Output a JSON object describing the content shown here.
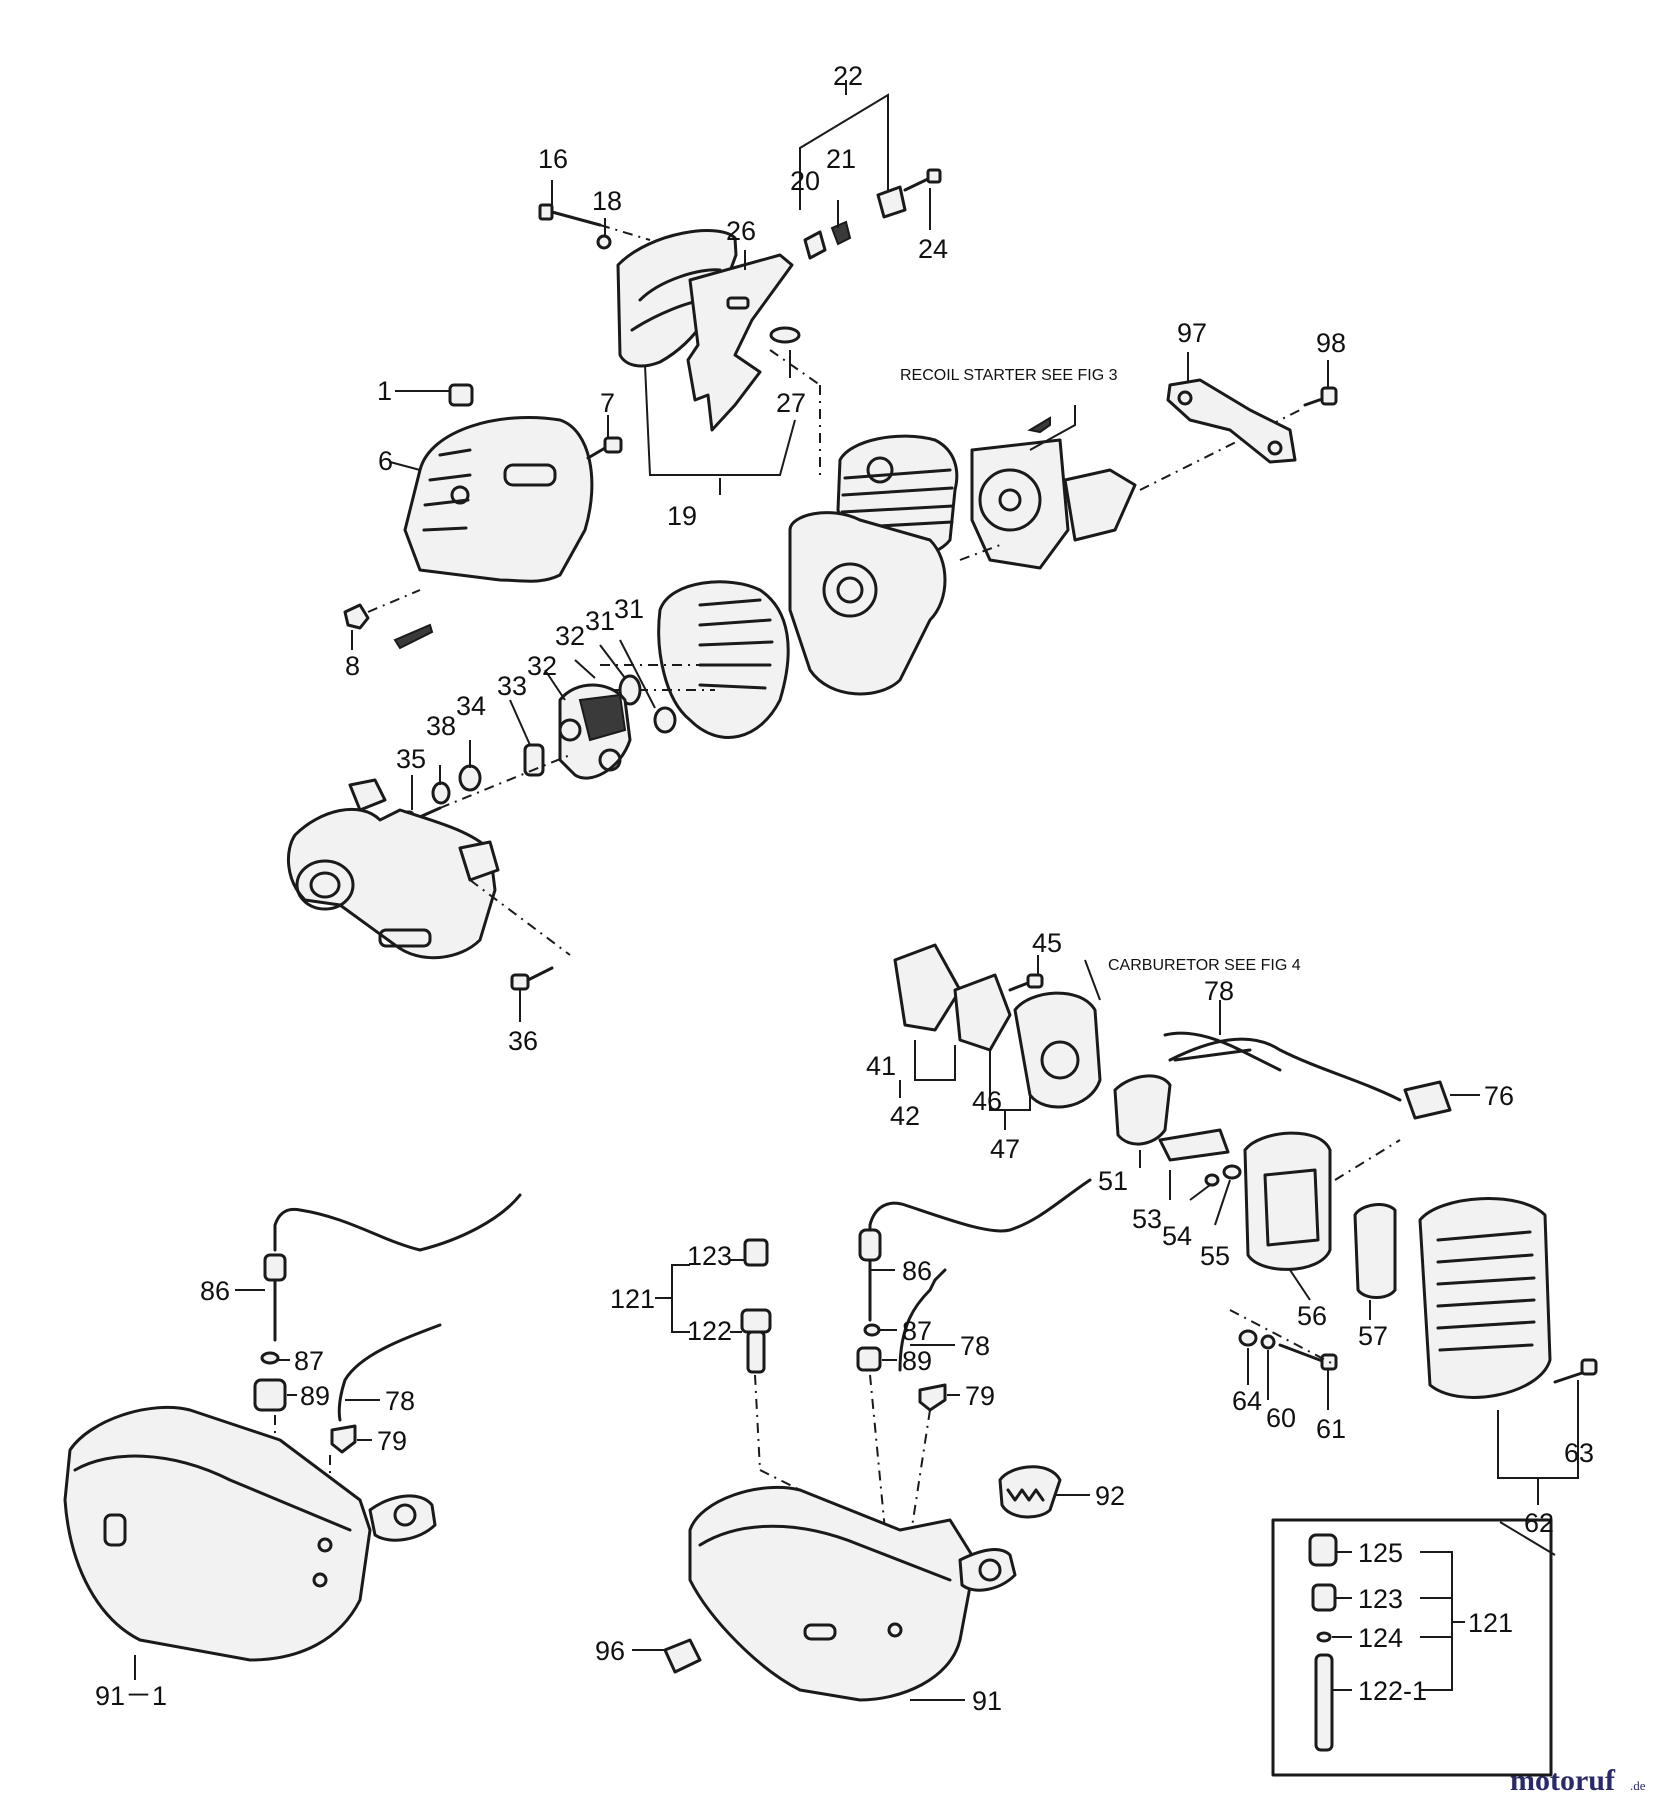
{
  "notes": {
    "recoil_starter": "RECOIL STARTER SEE FIG 3",
    "carburetor": "CARBURETOR SEE FIG 4"
  },
  "logo": {
    "main": "motoruf",
    "suffix": ".de"
  },
  "callouts": {
    "c1": "1",
    "c6": "6",
    "c7": "7",
    "c8": "8",
    "c16": "16",
    "c18": "18",
    "c19": "19",
    "c20": "20",
    "c21": "21",
    "c22": "22",
    "c24": "24",
    "c26": "26",
    "c27": "27",
    "c31a": "31",
    "c31b": "31",
    "c32a": "32",
    "c32b": "32",
    "c33": "33",
    "c34": "34",
    "c35": "35",
    "c36": "36",
    "c38": "38",
    "c41": "41",
    "c42": "42",
    "c45": "45",
    "c46": "46",
    "c47": "47",
    "c51": "51",
    "c53": "53",
    "c54": "54",
    "c55": "55",
    "c56": "56",
    "c57": "57",
    "c60": "60",
    "c61": "61",
    "c62": "62",
    "c63": "63",
    "c64": "64",
    "c76": "76",
    "c78a": "78",
    "c78b": "78",
    "c78c": "78",
    "c79a": "79",
    "c79b": "79",
    "c86a": "86",
    "c86b": "86",
    "c87a": "87",
    "c87b": "87",
    "c89a": "89",
    "c89b": "89",
    "c91": "91",
    "c91_1": "91－1",
    "c92": "92",
    "c96": "96",
    "c97": "97",
    "c98": "98",
    "c121a": "121",
    "c121b": "121",
    "c122": "122",
    "c122_1": "122-1",
    "c123a": "123",
    "c123b": "123",
    "c124": "124",
    "c125": "125"
  }
}
